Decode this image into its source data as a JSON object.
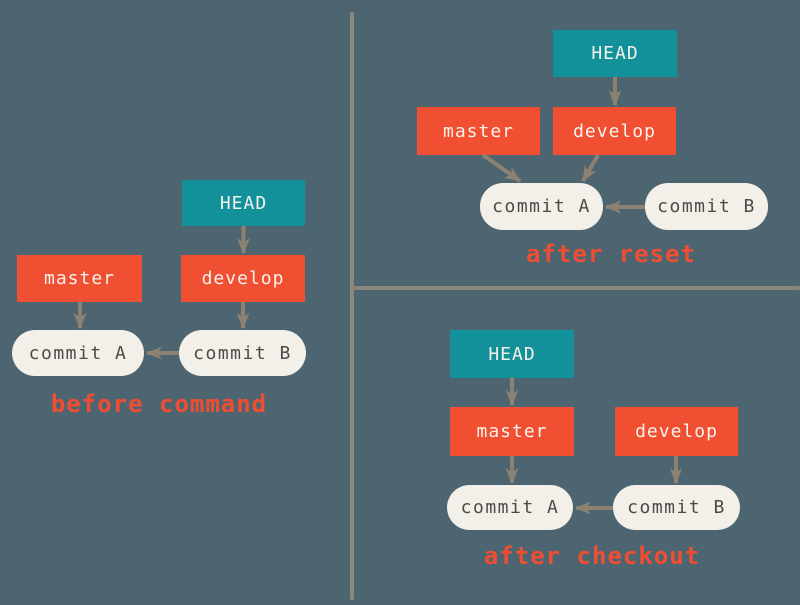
{
  "colors": {
    "background": "#4d6570",
    "head_fill": "#12919b",
    "branch_fill": "#f04f31",
    "commit_fill": "#f2f0e8",
    "commit_text": "#4d4a47",
    "box_text": "#f3f1ea",
    "arrow": "#8d8272",
    "divider": "#8d8779",
    "caption_text": "#f04e32"
  },
  "panels": [
    {
      "caption": "before command",
      "head": "HEAD",
      "branches": {
        "master": "master",
        "develop": "develop"
      },
      "commits": {
        "a": "commit A",
        "b": "commit B"
      },
      "edges": [
        {
          "from": "HEAD",
          "to": "develop"
        },
        {
          "from": "master",
          "to": "commit A"
        },
        {
          "from": "develop",
          "to": "commit B"
        },
        {
          "from": "commit B",
          "to": "commit A"
        }
      ]
    },
    {
      "caption": "after reset",
      "head": "HEAD",
      "branches": {
        "master": "master",
        "develop": "develop"
      },
      "commits": {
        "a": "commit A",
        "b": "commit B"
      },
      "edges": [
        {
          "from": "HEAD",
          "to": "develop"
        },
        {
          "from": "master",
          "to": "commit A"
        },
        {
          "from": "develop",
          "to": "commit A"
        },
        {
          "from": "commit B",
          "to": "commit A"
        }
      ]
    },
    {
      "caption": "after checkout",
      "head": "HEAD",
      "branches": {
        "master": "master",
        "develop": "develop"
      },
      "commits": {
        "a": "commit A",
        "b": "commit B"
      },
      "edges": [
        {
          "from": "HEAD",
          "to": "master"
        },
        {
          "from": "master",
          "to": "commit A"
        },
        {
          "from": "develop",
          "to": "commit B"
        },
        {
          "from": "commit B",
          "to": "commit A"
        }
      ]
    }
  ]
}
